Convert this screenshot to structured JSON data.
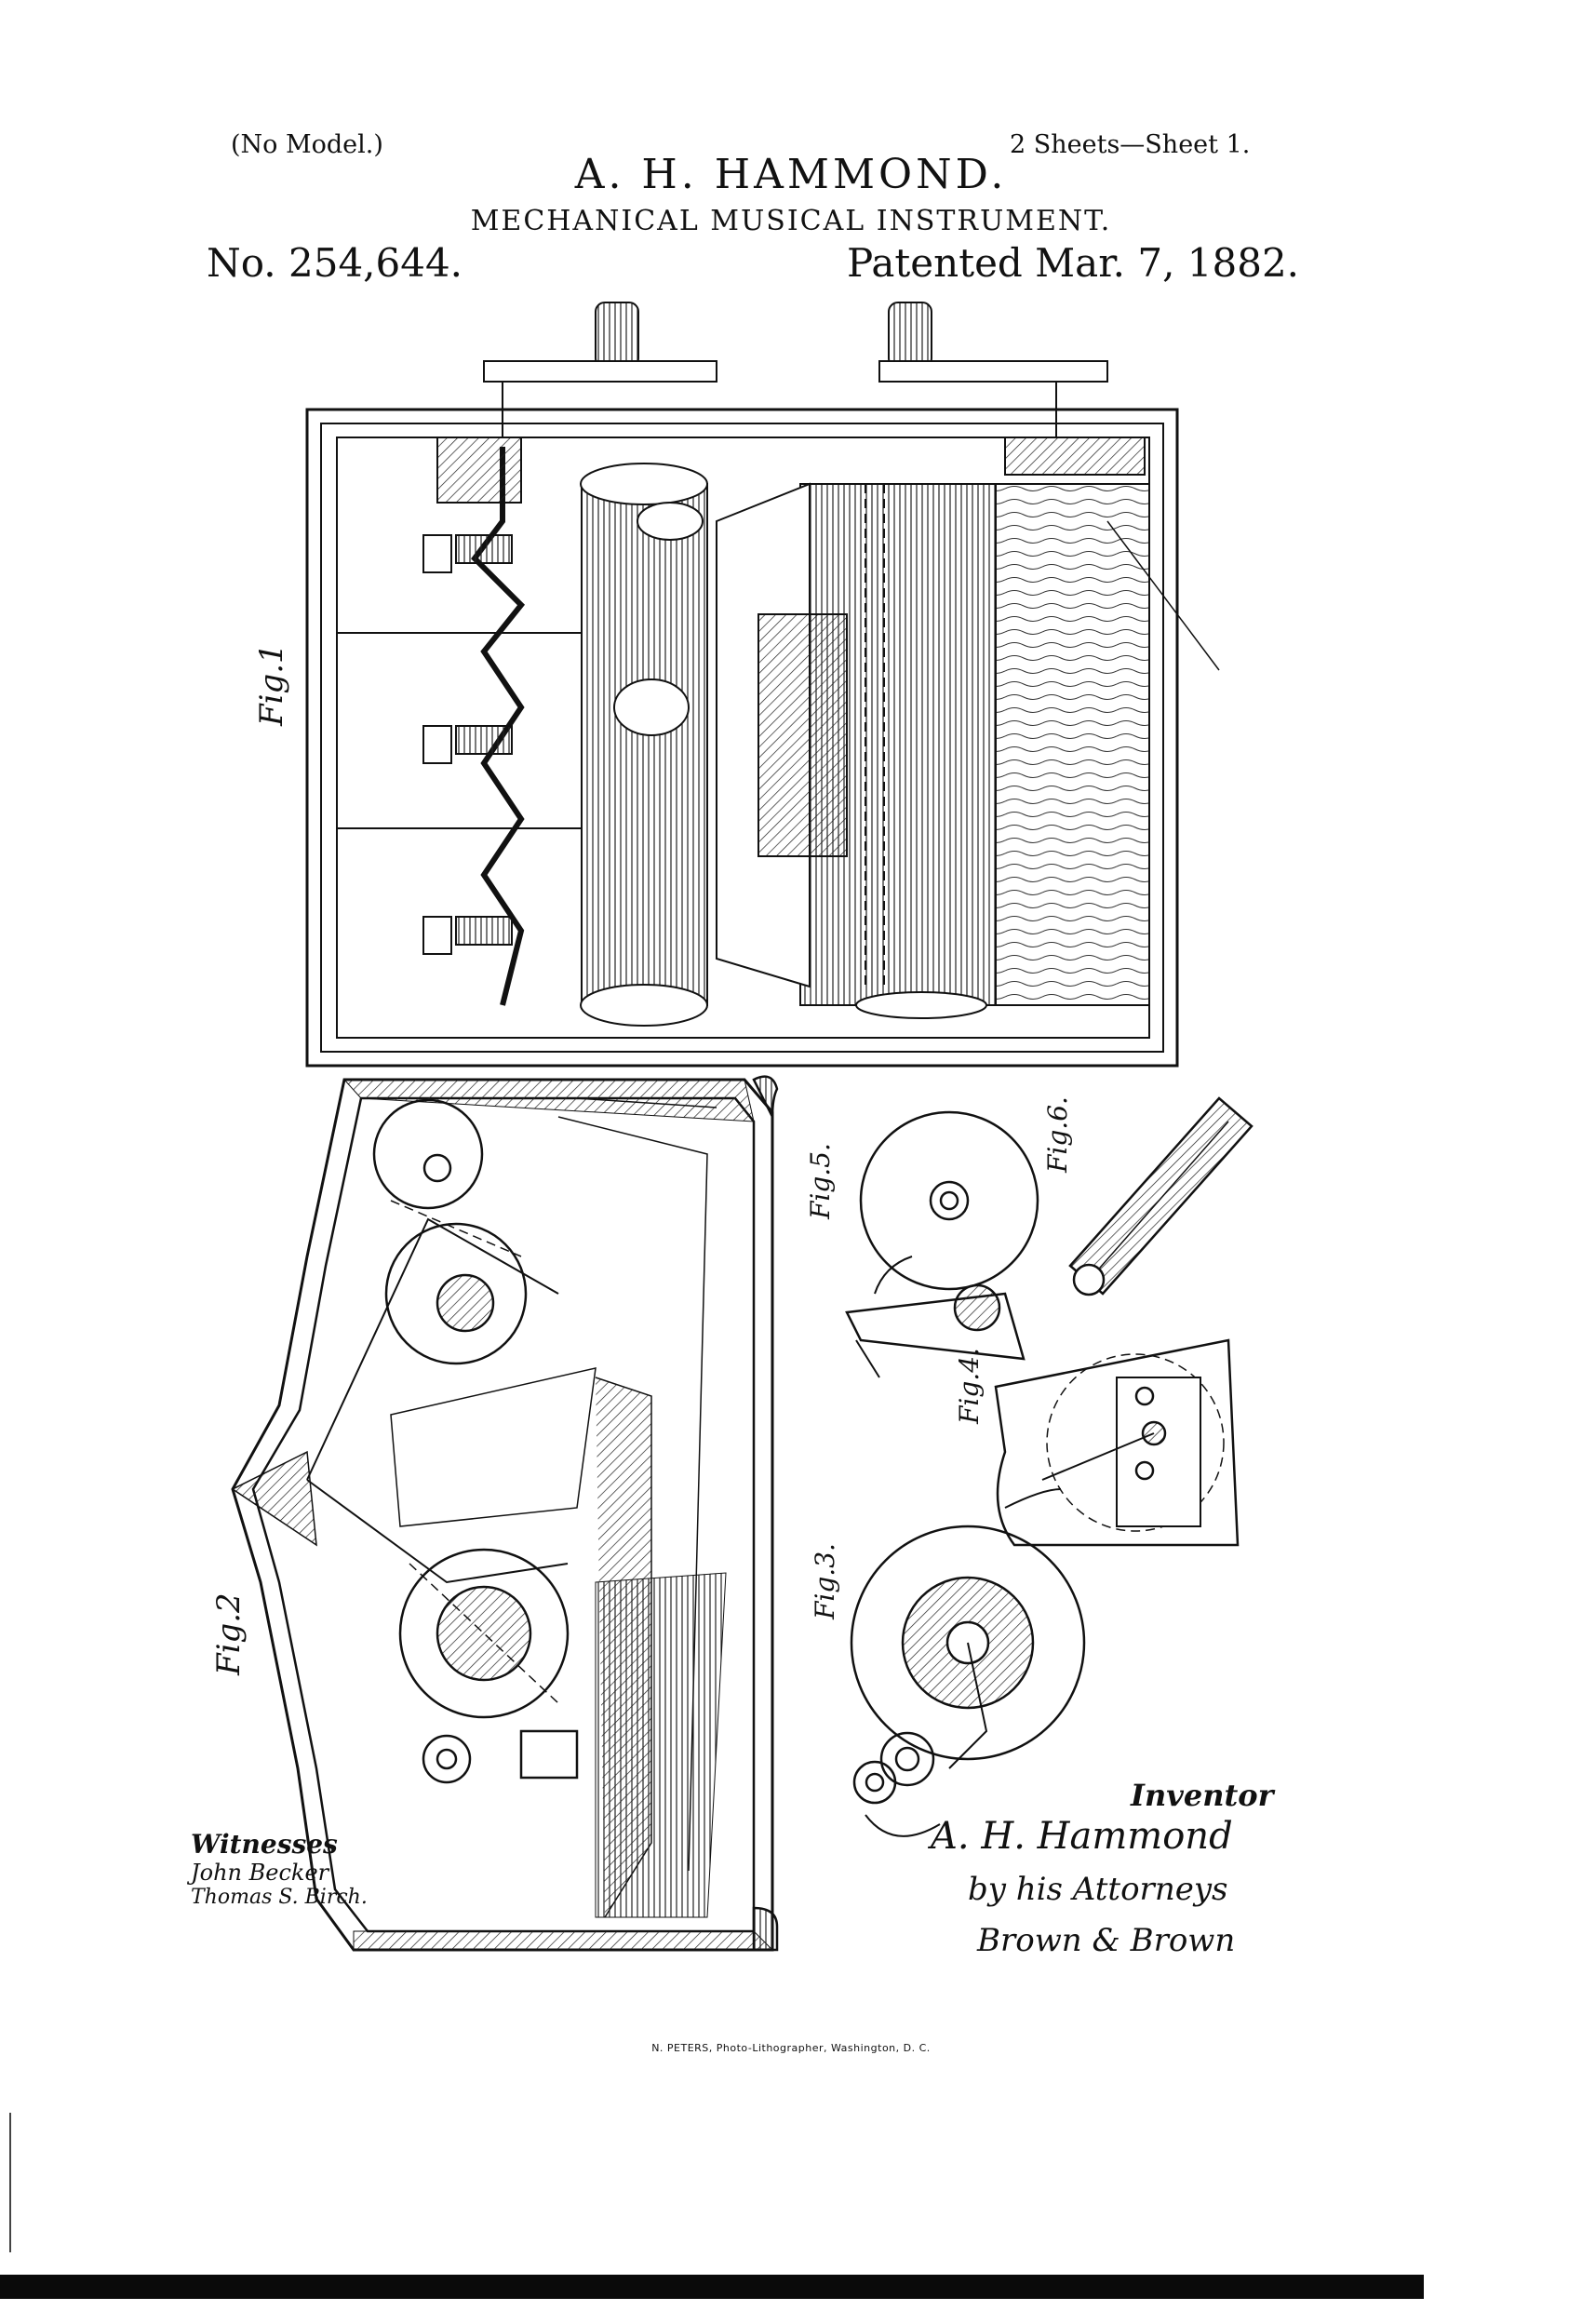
{
  "header": {
    "no_model": "(No Model.)",
    "sheets": "2 Sheets—Sheet 1.",
    "inventor": "A. H. HAMMOND.",
    "title": "MECHANICAL MUSICAL INSTRUMENT.",
    "patent_number": "No. 254,644.",
    "patented": "Patented Mar. 7, 1882."
  },
  "figures": {
    "fig1": "Fig.1",
    "fig2": "Fig.2",
    "fig3": "Fig.3.",
    "fig4": "Fig.4.",
    "fig5": "Fig.5.",
    "fig6": "Fig.6."
  },
  "witnesses": {
    "heading": "Witnesses",
    "names": [
      "John Becker",
      "Thomas S. Birch."
    ]
  },
  "inventor_block": {
    "heading": "Inventor",
    "signature": "A. H. Hammond",
    "attorney_line": "by his Attorneys",
    "attorneys": "Brown & Brown"
  },
  "footer": "N. PETERS, Photo-Lithographer, Washington, D. C.",
  "colors": {
    "ink": "#111111",
    "paper": "#ffffff"
  }
}
